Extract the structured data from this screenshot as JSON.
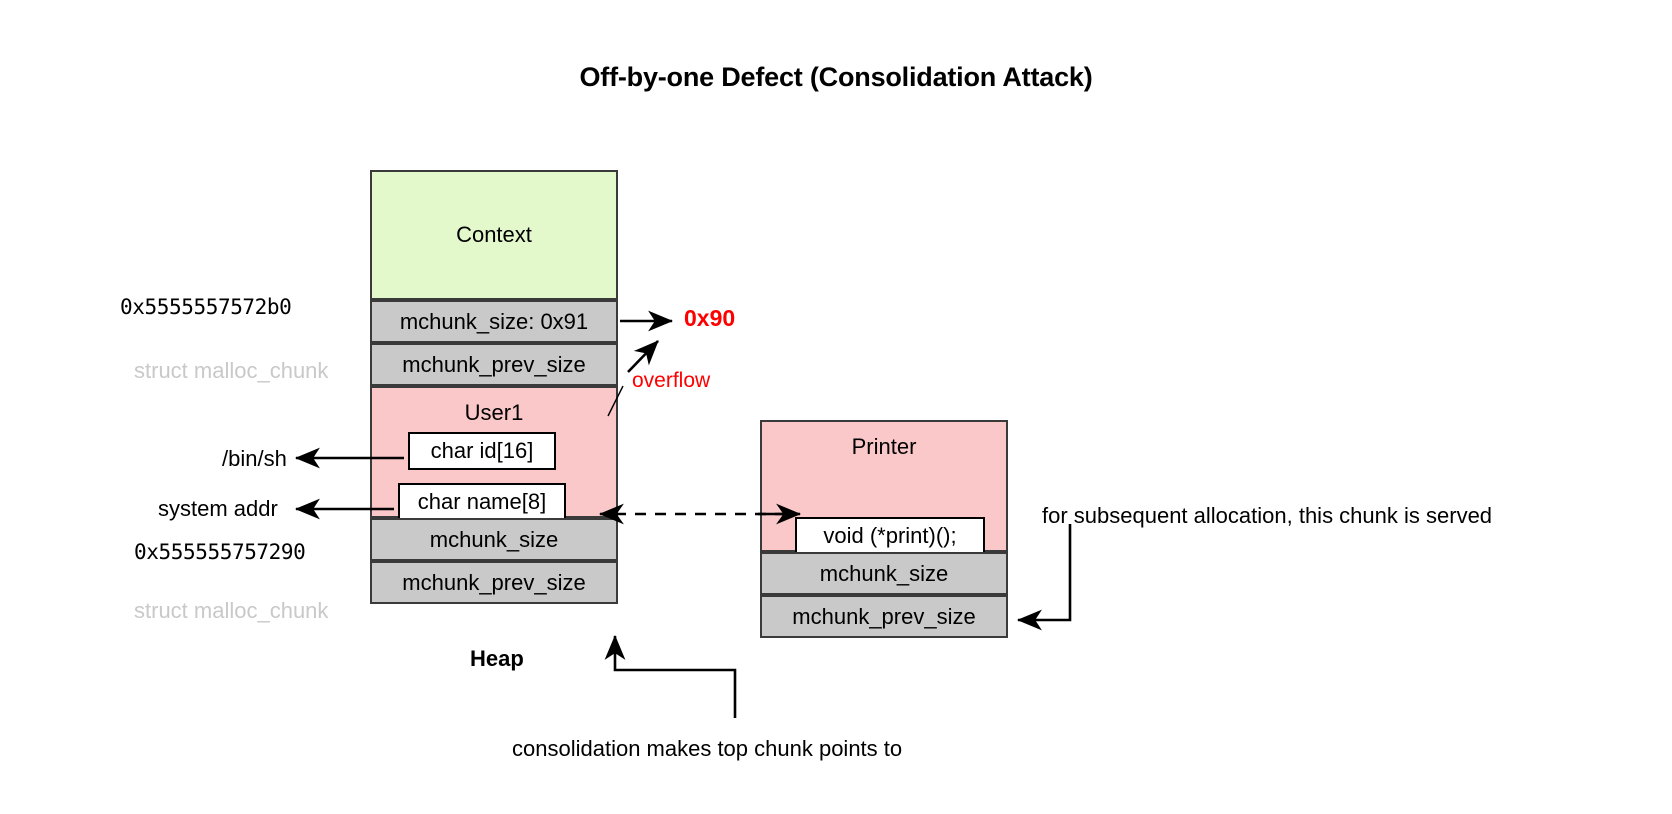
{
  "title": "Off-by-one Defect (Consolidation Attack)",
  "colors": {
    "context_fill": "#e3f8cb",
    "metadata_fill": "#c9c9c9",
    "user_fill": "#fac8c8",
    "inner_fill": "#ffffff",
    "stroke": "#3a3a3a",
    "accent_red": "#ff0000",
    "muted_gray": "#c9c9c9"
  },
  "heap_chunk": {
    "caption": "Heap",
    "rows": [
      {
        "label": "Context",
        "kind": "context"
      },
      {
        "label": "mchunk_size: 0x91",
        "kind": "metadata"
      },
      {
        "label": "mchunk_prev_size",
        "kind": "metadata"
      },
      {
        "label": "User1",
        "kind": "user"
      },
      {
        "label": "mchunk_size",
        "kind": "metadata"
      },
      {
        "label": "mchunk_prev_size",
        "kind": "metadata"
      }
    ],
    "user_fields": [
      {
        "label": "char id[16]"
      },
      {
        "label": "char name[8]"
      }
    ]
  },
  "printer_chunk": {
    "rows": [
      {
        "label": "Printer",
        "kind": "user"
      },
      {
        "label": "mchunk_size",
        "kind": "metadata"
      },
      {
        "label": "mchunk_prev_size",
        "kind": "metadata"
      }
    ],
    "user_fields": [
      {
        "label": "void (*print)();"
      }
    ]
  },
  "left_labels": {
    "addr_top": "0x5555557572b0",
    "struct_top": "struct malloc_chunk",
    "binsh": "/bin/sh",
    "system_addr": "system addr",
    "addr_bottom": "0x555555757290",
    "struct_bottom": "struct malloc_chunk"
  },
  "annotations": {
    "overflow_value": "0x90",
    "overflow_label": "overflow",
    "subsequent_alloc": "for subsequent allocation, this chunk is served",
    "consolidation": "consolidation makes top chunk points to"
  },
  "icons": {
    "arrow_head": "arrow-head-icon",
    "dashed_arrow": "dashed-arrow-icon",
    "elbow_arrow": "elbow-arrow-icon"
  }
}
